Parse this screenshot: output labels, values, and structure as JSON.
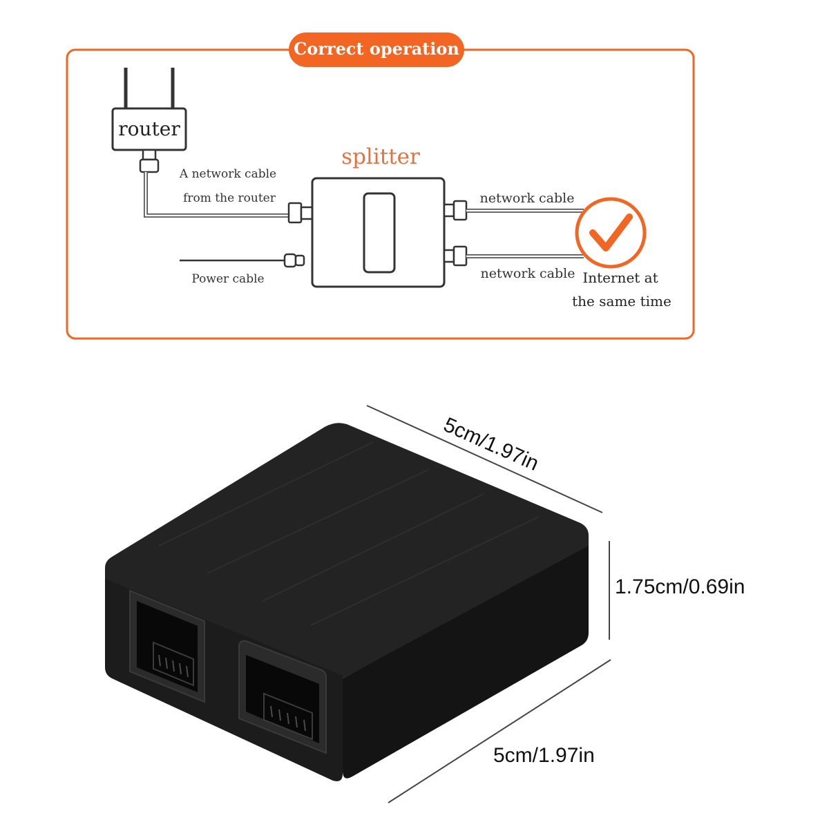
{
  "colors": {
    "accent": "#f26522",
    "device": "#1b1b1b",
    "line": "#333333"
  },
  "diagram": {
    "badge": "Correct operation",
    "router_label": "router",
    "splitter_label": "splitter",
    "cable_from_router_line1": "A network cable",
    "cable_from_router_line2": "from the router",
    "power_cable": "Power cable",
    "network_cable_top": "network cable",
    "network_cable_bottom": "network cable",
    "result_line1": "Internet at",
    "result_line2": "the same time",
    "result_icon": "checkmark-icon"
  },
  "product": {
    "width_label": "5cm/1.97in",
    "height_label": "1.75cm/0.69in",
    "depth_label": "5cm/1.97in"
  }
}
